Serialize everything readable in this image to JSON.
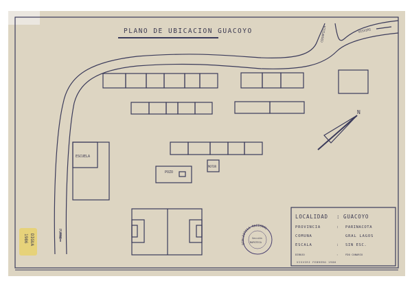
{
  "title": "PLANO DE UBICACION GUACOYO",
  "roads": {
    "north": "COSAPILLA",
    "east": "VISVIRI",
    "south": "PUTRE"
  },
  "buildings": {
    "school": "ESCUELA",
    "well": "POZO",
    "motor": "MOTOR"
  },
  "compass": "N",
  "legend": {
    "rows": [
      {
        "label": "LOCALIDAD",
        "value": "GUACOYO"
      },
      {
        "label": "PROVINCIA",
        "value": "PARINACOTA"
      },
      {
        "label": "COMUNA",
        "value": "GRAL LAGOS"
      },
      {
        "label": "ESCALA",
        "value": "SIN ESC."
      },
      {
        "label": "DIBUJO",
        "value": "FDO CANARIO"
      }
    ],
    "footer": "VISVIRI FEBRERO 1986"
  },
  "stamp": {
    "outer": "BIBLIOTECA NACIONAL",
    "inner1": "Sección",
    "inner2": "MAPOTECA"
  },
  "sticker": {
    "line1": "DIGUA",
    "line2": "1986"
  },
  "colors": {
    "paper": "#ddd5c2",
    "ink": "#3a3a5a",
    "sticker": "#e6d27a"
  }
}
